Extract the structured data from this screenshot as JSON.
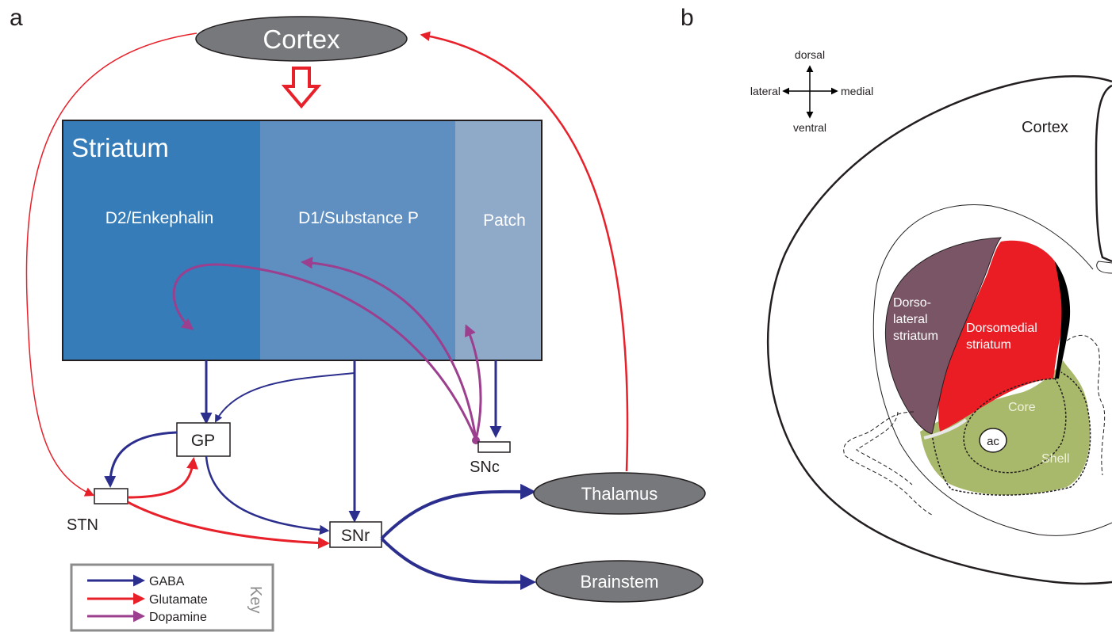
{
  "panel_a": {
    "panel_label": "a",
    "cortex": "Cortex",
    "striatum": {
      "title": "Striatum",
      "d2": "D2/Enkephalin",
      "d1": "D1/Substance P",
      "patch": "Patch"
    },
    "nuclei": {
      "gp": "GP",
      "stn": "STN",
      "snr": "SNr",
      "snc": "SNc"
    },
    "thalamus": "Thalamus",
    "brainstem": "Brainstem",
    "key": {
      "title": "Key",
      "items": [
        {
          "label": "GABA",
          "color": "#2b2e8c"
        },
        {
          "label": "Glutamate",
          "color": "#e8202a"
        },
        {
          "label": "Dopamine",
          "color": "#9b3f8e"
        }
      ]
    },
    "colors": {
      "gaba": "#2b2e8c",
      "glutamate": "#e8202a",
      "dopamine": "#9b3f8e",
      "d2_fill": "#357cb8",
      "d1_fill": "#5f8fc0",
      "patch_fill": "#8fa9c9",
      "oval_fill": "#77787b"
    }
  },
  "panel_b": {
    "panel_label": "b",
    "compass": {
      "dorsal": "dorsal",
      "ventral": "ventral",
      "lateral": "lateral",
      "medial": "medial"
    },
    "cortex": "Cortex",
    "regions": {
      "dls": [
        "Dorso-",
        "lateral",
        "striatum"
      ],
      "dms": [
        "Dorsomedial",
        "striatum"
      ],
      "core": "Core",
      "shell": "Shell",
      "ac": "ac"
    },
    "colors": {
      "dls": "#7a5565",
      "dms": "#ea1d25",
      "ventral": "#a9b96b"
    }
  }
}
